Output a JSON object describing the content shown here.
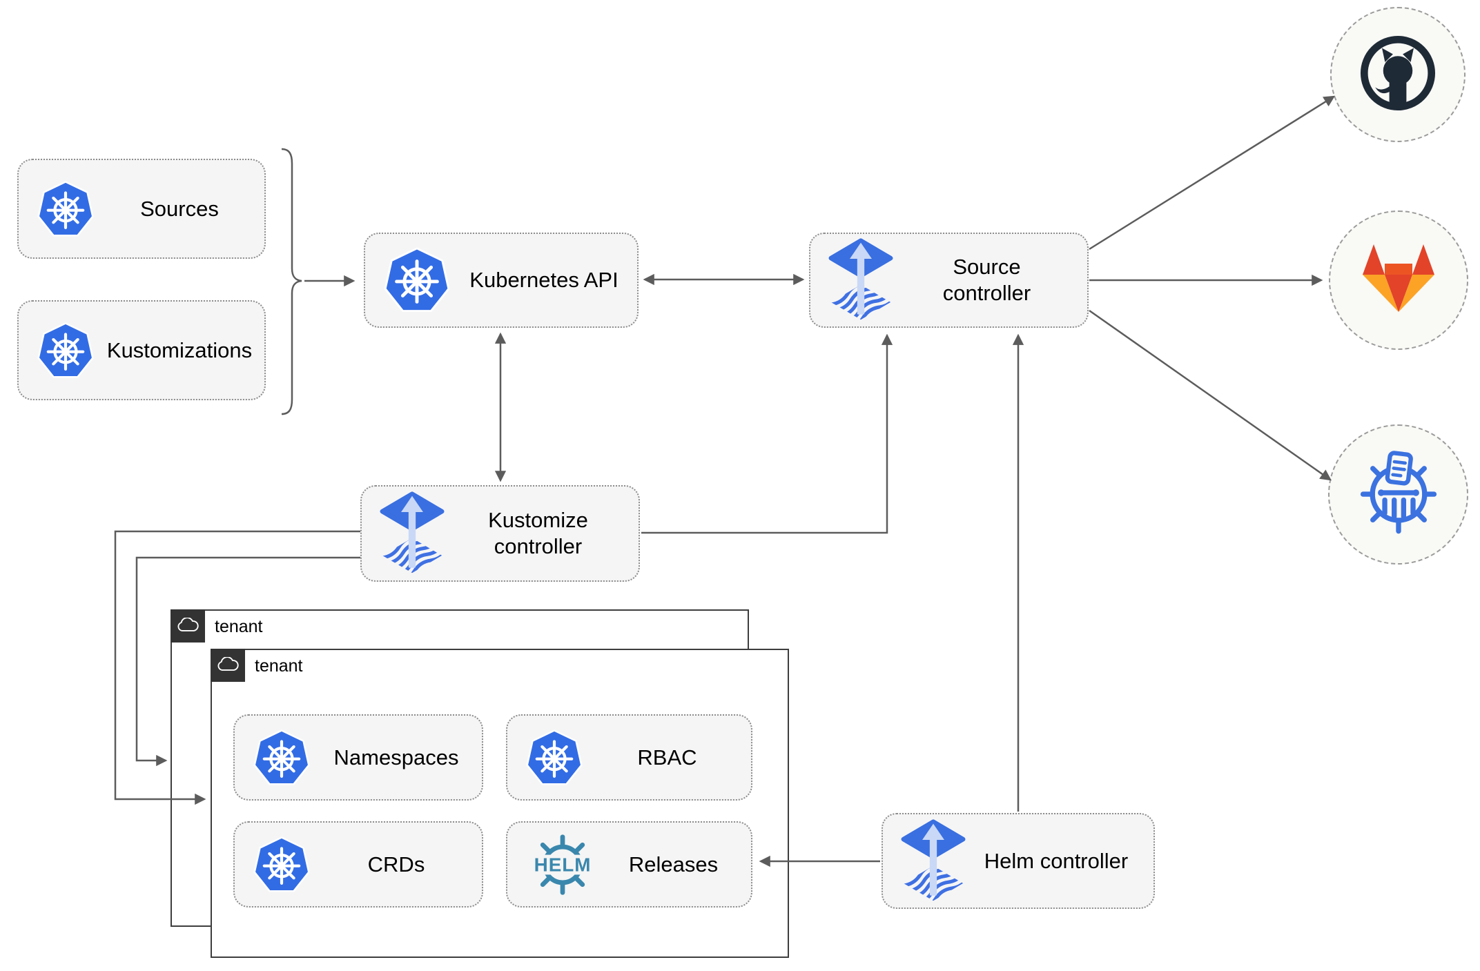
{
  "nodes": {
    "sources": "Sources",
    "kustomizations": "Kustomizations",
    "kubernetes_api": "Kubernetes API",
    "source_controller": "Source controller",
    "kustomize_controller": "Kustomize controller",
    "helm_controller": "Helm controller",
    "namespaces": "Namespaces",
    "rbac": "RBAC",
    "crds": "CRDs",
    "releases": "Releases"
  },
  "tenants": {
    "back": "tenant",
    "front": "tenant"
  },
  "helm_logo_text": "HELM",
  "icons": {
    "kubernetes": "kubernetes-icon",
    "flux": "flux-icon",
    "helm": "helm-icon",
    "github": "github-icon",
    "gitlab": "gitlab-icon",
    "chartmuseum": "chartmuseum-icon",
    "cloud": "cloud-icon"
  },
  "colors": {
    "k8s_blue": "#326ce5",
    "flux_blue": "#396fe0",
    "flux_arrow_light": "#c9d8f6",
    "helm_teal": "#3a87ad",
    "chartmuseum_blue": "#3b72e0",
    "github_dark": "#1e2a36",
    "gitlab_red": "#e24329",
    "gitlab_orange": "#ec5424",
    "gitlab_amber": "#fca326",
    "line_gray": "#5c5c5c",
    "node_fill": "#f5f5f5",
    "node_border": "#8c8c8c",
    "tenant_border": "#3d3d3d",
    "tab_bg": "#333333",
    "circle_fill": "#f9f9f6",
    "circle_border": "#9b9b9b"
  }
}
